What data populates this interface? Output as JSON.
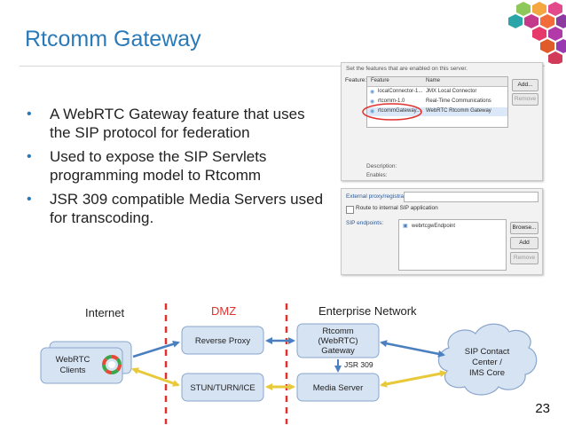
{
  "slide": {
    "title": "Rtcomm Gateway",
    "bullets": [
      "A WebRTC Gateway feature that uses the SIP protocol for federation",
      "Used to expose the SIP Servlets programming model to Rtcomm",
      "JSR 309 compatible Media Servers used for transcoding."
    ],
    "page_number": "23"
  },
  "features_panel": {
    "header": "Set the features that are enabled on this server.",
    "label": "Feature:",
    "columns": [
      "Feature",
      "Name"
    ],
    "rows": [
      {
        "feature": "localConnector-1...",
        "name": "JMX Local Connector"
      },
      {
        "feature": "rtcomm-1.0",
        "name": "Real-Time Communications"
      },
      {
        "feature": "rtcommGateway...",
        "name": "WebRTC Rtcomm Gateway"
      }
    ],
    "buttons": [
      "Add...",
      "Remove"
    ],
    "description_label": "Description:",
    "enablers_label": "Enables:"
  },
  "endpoint_panel": {
    "proxy_label": "External proxy/registrar:",
    "route_checkbox_label": "Route to internal SIP application",
    "endpoints_label": "SIP endpoints:",
    "endpoint_item": "webrtcgwEndpoint",
    "buttons": [
      "Browse...",
      "Add",
      "Remove"
    ]
  },
  "diagram": {
    "zones": {
      "internet": "Internet",
      "dmz": "DMZ",
      "enterprise": "Enterprise Network"
    },
    "webrtc_clients": [
      "WebRTC",
      "Clients"
    ],
    "reverse_proxy": "Reverse Proxy",
    "stun": "STUN/TURN/ICE",
    "rtcomm": [
      "Rtcomm",
      "(WebRTC)",
      "Gateway"
    ],
    "media_server": "Media Server",
    "jsr": "JSR 309",
    "sip_contact": [
      "SIP Contact",
      "Center /",
      "IMS Core"
    ],
    "colors": {
      "dmz_red": "#e0312e",
      "zone_blue": "#2a7ab8",
      "box_fill": "#d6e3f3",
      "arrow_blue": "#4a7fc0",
      "arrow_yellow": "#e8c93a"
    }
  }
}
